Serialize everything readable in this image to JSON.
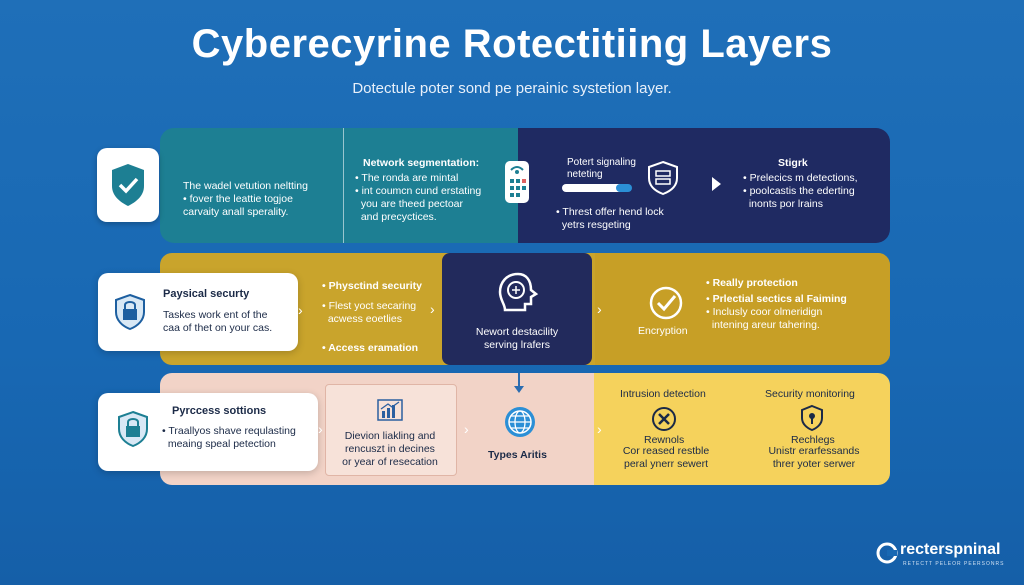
{
  "header": {
    "title": "Cyberecyrine Rotectitiing Layers",
    "subtitle": "Dotectule poter sond pe perainic systetion layer."
  },
  "row1": {
    "left_text": [
      "The wadel vetution neltting",
      "fover the leattie togjoe",
      "carvaity anall sperality."
    ],
    "middle_title": "Network segmentation:",
    "middle_text": [
      "The ronda are mintal",
      "int coumcn cund erstating",
      "you are theed pectoar",
      "and precyctices."
    ],
    "right_top": [
      "Potert signaling",
      "neteting"
    ],
    "right_bottom": [
      "Threst offer hend lock",
      "yetrs resgeting"
    ],
    "far_title": "Stigrk",
    "far_text": [
      "Prelecics m detections,",
      "poolcastis the ederting",
      "inonts por lrains"
    ]
  },
  "row2": {
    "card_title": "Paysical securty",
    "card_text": [
      "Taskes work ent of the",
      "caa of thet on your cas."
    ],
    "mid_title": "Physctind security",
    "mid_text": [
      "Flest yoct secaring",
      "acwess eoetlies"
    ],
    "mid_bottom": "Access eramation",
    "center_text": [
      "Newort destacility",
      "serving lrafers"
    ],
    "encryption": "Encryption",
    "right_title": "Really protection",
    "right_sub": "Prlectial sectics al Faiming",
    "right_text": [
      "Inclusly coor olmeridign",
      "intening areur tahering."
    ]
  },
  "row3": {
    "card_title": "Pyrccess sottions",
    "card_text": [
      "Traallyos shave requlasting",
      "meaing speal petection"
    ],
    "inner_text": [
      "Dievion liakling and",
      "rencuszt in decines",
      "or year of resecation"
    ],
    "types": "Types Aritis",
    "intrusion_title": "Intrusion detection",
    "intrusion_sub": "Rewnols",
    "intrusion_text": [
      "Cor reased restble",
      "peral ynerr sewert"
    ],
    "monitor_title": "Security monitoring",
    "monitor_sub": "Rechlegs",
    "monitor_text": [
      "Unistr erarfessands",
      "threr yoter serwer"
    ]
  },
  "brand": {
    "name": "recterspninal",
    "tagline": "RETECTT PELEOR PEERSONRS"
  }
}
